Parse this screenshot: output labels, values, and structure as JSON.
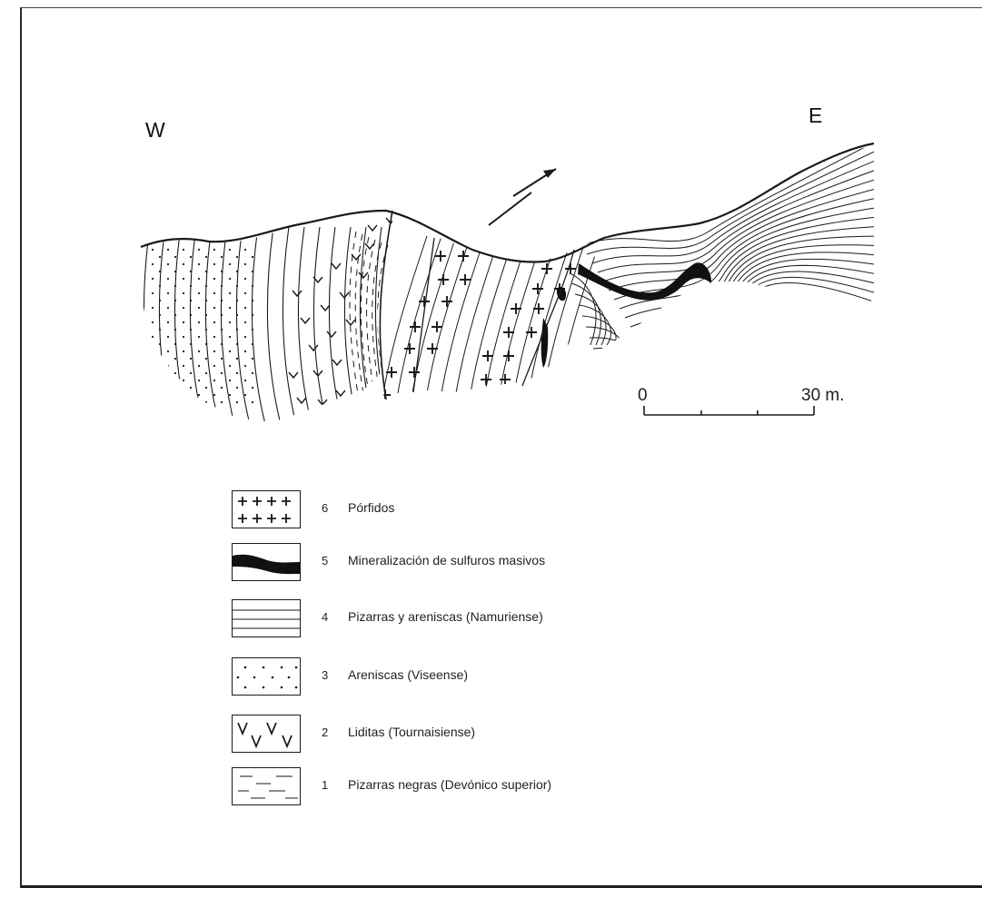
{
  "section": {
    "label_west": "W",
    "label_east": "E"
  },
  "scale": {
    "start_label": "0",
    "end_label": "30 m."
  },
  "legend": [
    {
      "num": "6",
      "text": "Pórfidos",
      "pattern": "crosses"
    },
    {
      "num": "5",
      "text": "Mineralización de sulfuros masivos",
      "pattern": "black-band"
    },
    {
      "num": "4",
      "text": "Pizarras y areniscas (Namuriense)",
      "pattern": "lines"
    },
    {
      "num": "3",
      "text": "Areniscas (Viseense)",
      "pattern": "dots"
    },
    {
      "num": "2",
      "text": "Liditas (Tournaisiense)",
      "pattern": "v-marks"
    },
    {
      "num": "1",
      "text": "Pizarras negras (Devónico superior)",
      "pattern": "dashes"
    }
  ],
  "colors": {
    "ink": "#1a1a1a",
    "paper": "#ffffff"
  }
}
